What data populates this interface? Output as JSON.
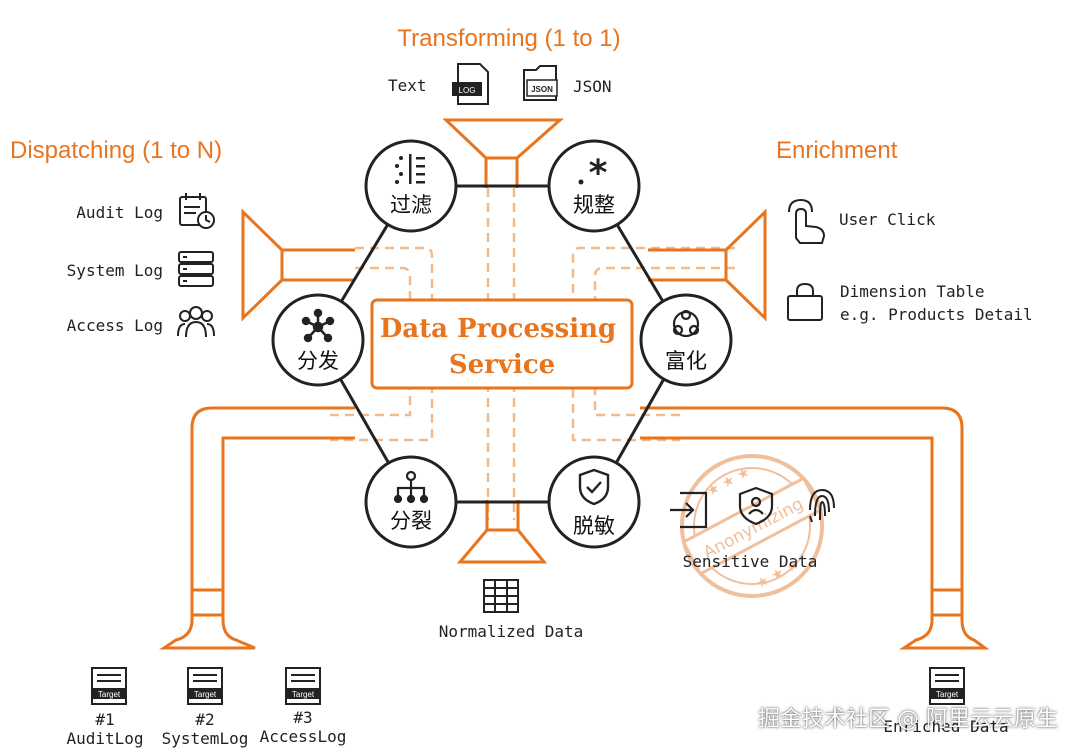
{
  "titles": {
    "transforming": "Transforming (1 to 1)",
    "dispatching": "Dispatching (1 to N)",
    "enrichment": "Enrichment"
  },
  "inputs": {
    "text": "Text",
    "log_badge": "LOG",
    "json": "JSON",
    "json_badge": "JSON"
  },
  "dispatch_sources": [
    {
      "label": "Audit Log",
      "icon": "calendar-clock-icon"
    },
    {
      "label": "System Log",
      "icon": "server-icon"
    },
    {
      "label": "Access Log",
      "icon": "users-icon"
    }
  ],
  "enrich_sources": {
    "user_click": "User Click",
    "dimension_line1": "Dimension Table",
    "dimension_line2": "e.g. Products Detail"
  },
  "center": {
    "line1": "Data Processing",
    "line2": "Service"
  },
  "nodes": {
    "filter": "过滤",
    "normalize": "规整",
    "dispatch": "分发",
    "enrich": "富化",
    "split": "分裂",
    "desensitize": "脱敏"
  },
  "outputs": {
    "normalized": "Normalized Data",
    "sensitive": "Sensitive Data",
    "stamp": "Anonymizing",
    "target_badge": "Target",
    "targets": [
      {
        "num": "#1",
        "name": "AuditLog"
      },
      {
        "num": "#2",
        "name": "SystemLog"
      },
      {
        "num": "#3",
        "name": "AccessLog"
      }
    ],
    "enriched": "Enriched Data"
  },
  "watermark": "掘金技术社区 @ 阿里云云原生",
  "colors": {
    "accent": "#e8741e",
    "stroke": "#222222",
    "dashed": "#f2b98a",
    "stamp": "#f0b48a"
  }
}
